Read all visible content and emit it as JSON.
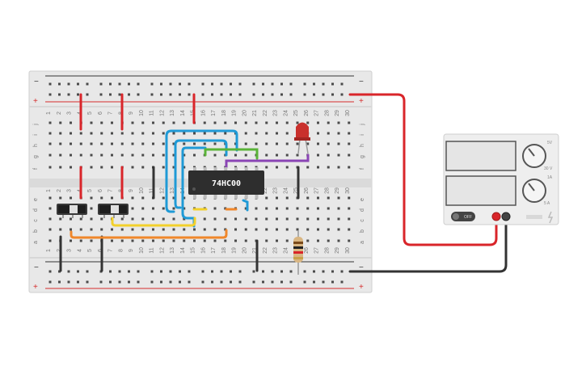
{
  "breadboard": {
    "columns": [
      "1",
      "2",
      "3",
      "4",
      "5",
      "6",
      "7",
      "8",
      "9",
      "10",
      "11",
      "12",
      "13",
      "14",
      "15",
      "16",
      "17",
      "18",
      "19",
      "20",
      "21",
      "22",
      "23",
      "24",
      "25",
      "26",
      "27",
      "28",
      "29",
      "30"
    ],
    "rows_top": [
      "j",
      "i",
      "h",
      "g",
      "f"
    ],
    "rows_bottom": [
      "e",
      "d",
      "c",
      "b",
      "a"
    ],
    "rail_minus": "−",
    "rail_plus": "+"
  },
  "chip": {
    "label": "74HC00"
  },
  "power_supply": {
    "off_label": "OFF",
    "knob_top_labels": [
      "5V",
      "30 V"
    ],
    "knob_bottom_labels": [
      "1A",
      "5 A"
    ]
  },
  "colors": {
    "board": "#e8e8e8",
    "rail_red": "#d62b2b",
    "rail_dark": "#333333",
    "wire_red": "#d9252a",
    "wire_black": "#333333",
    "wire_blue": "#1f9ad6",
    "wire_green": "#5ab338",
    "wire_purple": "#8a45b5",
    "wire_yellow": "#f2d02b",
    "wire_orange": "#f0872b",
    "led_red": "#c9302c"
  }
}
